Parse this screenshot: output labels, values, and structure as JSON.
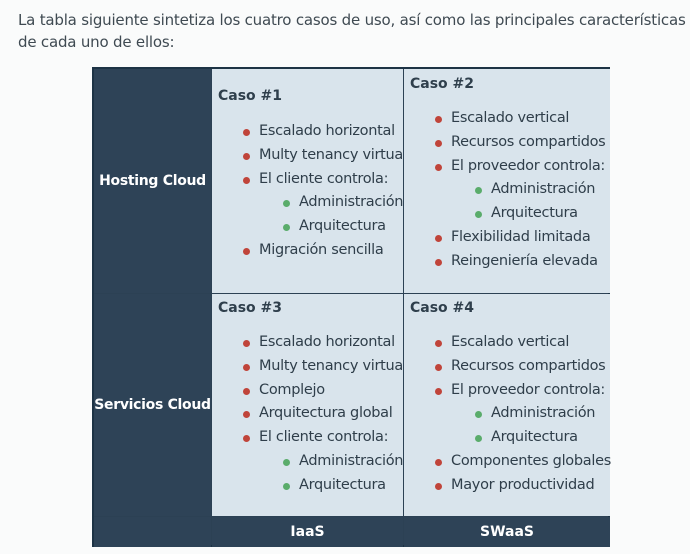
{
  "intro": "La tabla siguiente sintetiza los cuatro casos de uso, así como las principales características de cada uno de ellos:",
  "rows": [
    "Hosting Cloud",
    "Servicios Cloud"
  ],
  "footer": [
    "",
    "IaaS",
    "SWaaS"
  ],
  "cases": [
    {
      "title": "Caso #1",
      "items": [
        {
          "text": "Escalado horizontal",
          "level": 1
        },
        {
          "text": "Multy tenancy virtual",
          "level": 1
        },
        {
          "text": "El cliente controla:",
          "level": 1
        },
        {
          "text": "Administración",
          "level": 2
        },
        {
          "text": "Arquitectura",
          "level": 2
        },
        {
          "text": "Migración sencilla",
          "level": 1
        }
      ]
    },
    {
      "title": "Caso #2",
      "items": [
        {
          "text": "Escalado vertical",
          "level": 1
        },
        {
          "text": "Recursos compartidos",
          "level": 1
        },
        {
          "text": "El proveedor controla:",
          "level": 1
        },
        {
          "text": "Administración",
          "level": 2
        },
        {
          "text": "Arquitectura",
          "level": 2
        },
        {
          "text": "Flexibilidad limitada",
          "level": 1
        },
        {
          "text": "Reingeniería elevada",
          "level": 1
        }
      ]
    },
    {
      "title": "Caso #3",
      "items": [
        {
          "text": "Escalado horizontal",
          "level": 1
        },
        {
          "text": "Multy tenancy virtual",
          "level": 1
        },
        {
          "text": "Complejo",
          "level": 1
        },
        {
          "text": "Arquitectura global",
          "level": 1
        },
        {
          "text": "El cliente controla:",
          "level": 1
        },
        {
          "text": "Administración",
          "level": 2
        },
        {
          "text": "Arquitectura",
          "level": 2
        }
      ]
    },
    {
      "title": "Caso #4",
      "items": [
        {
          "text": "Escalado vertical",
          "level": 1
        },
        {
          "text": "Recursos compartidos",
          "level": 1
        },
        {
          "text": "El proveedor controla:",
          "level": 1
        },
        {
          "text": "Administración",
          "level": 2
        },
        {
          "text": "Arquitectura",
          "level": 2
        },
        {
          "text": "Componentes globales",
          "level": 1
        },
        {
          "text": "Mayor productividad",
          "level": 1
        }
      ]
    }
  ],
  "colors": {
    "header_bg": "#2e4357",
    "cell_bg": "#d9e4ec",
    "bullet_level1": "#c0443a",
    "bullet_level2": "#5aac6b"
  }
}
